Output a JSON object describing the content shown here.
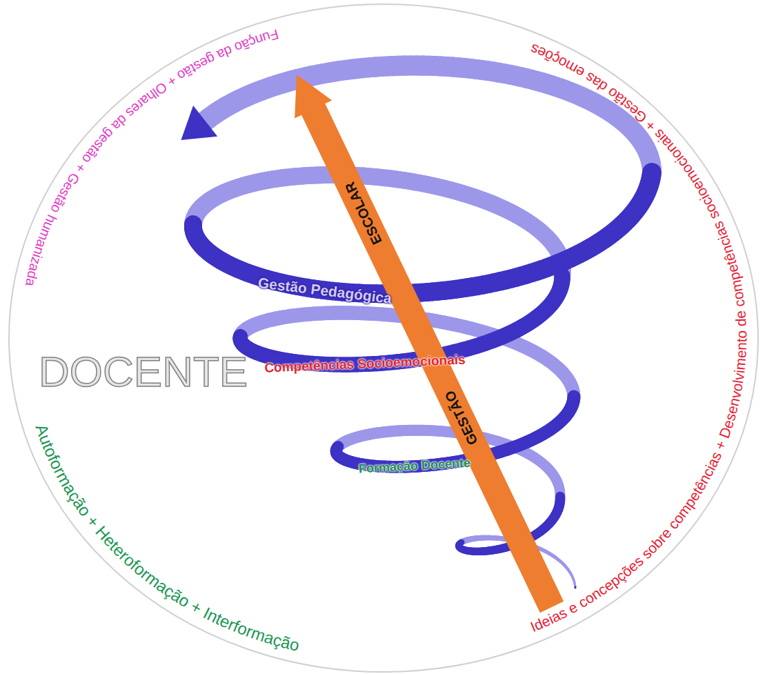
{
  "diagram": {
    "nodes": [
      {
        "text": [
          "Função da gestão + Olhares da gestão + Gestão humanizada",
          "Ideias e concepções sobre competências + Desenvolvimento de competências socioemocionais + Gestão das emoções",
          "DOCENTE",
          "Autoformação + Heteroformação + Interformação"
        ]
      },
      {
        "text": [
          "Gestão Pedagógica",
          "Competências Socioemocionais",
          "Formação Docente"
        ],
        "in": 0
      },
      {
        "text": [
          "GESTÃO",
          "ESCOLAR"
        ],
        "in": 0
      }
    ]
  }
}
